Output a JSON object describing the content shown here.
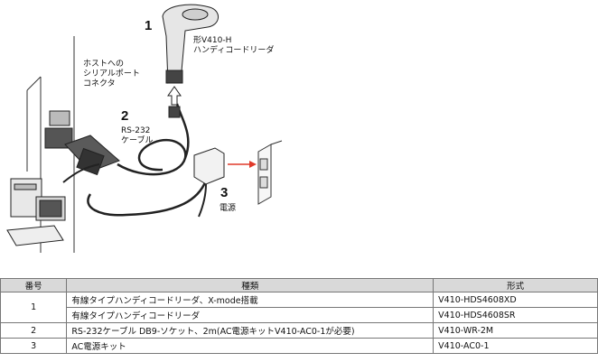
{
  "diagram": {
    "label_1": "1",
    "scanner_label": [
      "形V410-H",
      "ハンディコードリーダ"
    ],
    "host_label": [
      "ホストへの",
      "シリアルポート",
      "コネクタ"
    ],
    "label_2": "2",
    "cable_label": [
      "RS-232",
      "ケーブル"
    ],
    "label_3": "3",
    "power_label": "電源"
  },
  "table": {
    "headers": {
      "no": "番号",
      "type": "種類",
      "model": "形式"
    },
    "rows": [
      {
        "no": "1",
        "type": "有線タイプハンディコードリーダ、X-mode搭載",
        "model": "V410-HDS4608XD"
      },
      {
        "no": "",
        "type": "有線タイプハンディコードリーダ",
        "model": "V410-HDS4608SR"
      },
      {
        "no": "2",
        "type": "RS-232ケーブル DB9-ソケット、2m(AC電源キットV410-AC0-1が必要)",
        "model": "V410-WR-2M"
      },
      {
        "no": "3",
        "type": "AC電源キット",
        "model": "V410-AC0-1"
      }
    ]
  },
  "colors": {
    "arrow": "#e03a2a",
    "header_bg": "#d9d9d9"
  }
}
